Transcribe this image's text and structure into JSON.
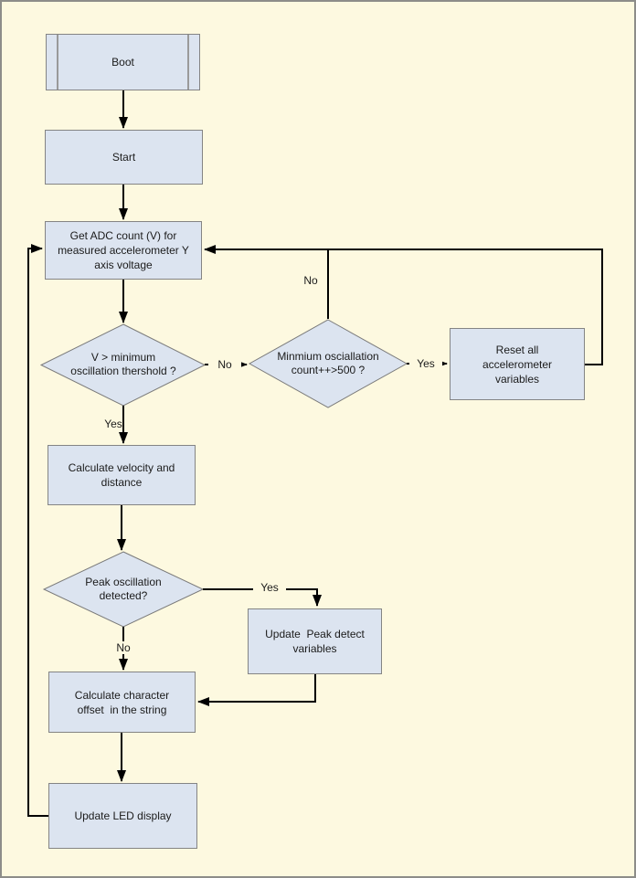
{
  "colors": {
    "background": "#FDF9E0",
    "node_fill": "#DCE4F0",
    "node_border": "#848484",
    "connector": "#000000",
    "page_border": "#8D8D89"
  },
  "nodes": {
    "boot": {
      "type": "predefined-process",
      "label": "Boot"
    },
    "start": {
      "type": "process",
      "label": "Start"
    },
    "get_adc": {
      "type": "process",
      "label": "Get ADC count (V) for\nmeasured accelerometer Y\naxis voltage"
    },
    "min_threshold": {
      "type": "decision",
      "label": "V > minimum\noscillation thershold ?"
    },
    "min_count": {
      "type": "decision",
      "label": "Minmium osciallation\ncount++>500 ?"
    },
    "reset_vars": {
      "type": "process",
      "label": "Reset all\naccelerometer\nvariables"
    },
    "calc_velocity": {
      "type": "process",
      "label": "Calculate velocity and\ndistance"
    },
    "peak_detect": {
      "type": "decision",
      "label": "Peak oscillation\ndetected?"
    },
    "update_peak": {
      "type": "process",
      "label": "Update  Peak detect\nvariables"
    },
    "calc_offset": {
      "type": "process",
      "label": "Calculate character\noffset  in the string"
    },
    "update_led": {
      "type": "process",
      "label": "Update LED display"
    }
  },
  "edges": [
    {
      "from": "boot",
      "to": "start",
      "label": ""
    },
    {
      "from": "start",
      "to": "get_adc",
      "label": ""
    },
    {
      "from": "get_adc",
      "to": "min_threshold",
      "label": ""
    },
    {
      "from": "min_threshold",
      "to": "min_count",
      "label": "No"
    },
    {
      "from": "min_threshold",
      "to": "calc_velocity",
      "label": "Yes"
    },
    {
      "from": "min_count",
      "to": "reset_vars",
      "label": "Yes"
    },
    {
      "from": "min_count",
      "to": "get_adc",
      "label": "No"
    },
    {
      "from": "reset_vars",
      "to": "get_adc",
      "label": ""
    },
    {
      "from": "calc_velocity",
      "to": "peak_detect",
      "label": ""
    },
    {
      "from": "peak_detect",
      "to": "update_peak",
      "label": "Yes"
    },
    {
      "from": "peak_detect",
      "to": "calc_offset",
      "label": "No"
    },
    {
      "from": "update_peak",
      "to": "calc_offset",
      "label": ""
    },
    {
      "from": "calc_offset",
      "to": "update_led",
      "label": ""
    },
    {
      "from": "update_led",
      "to": "get_adc",
      "label": ""
    }
  ]
}
